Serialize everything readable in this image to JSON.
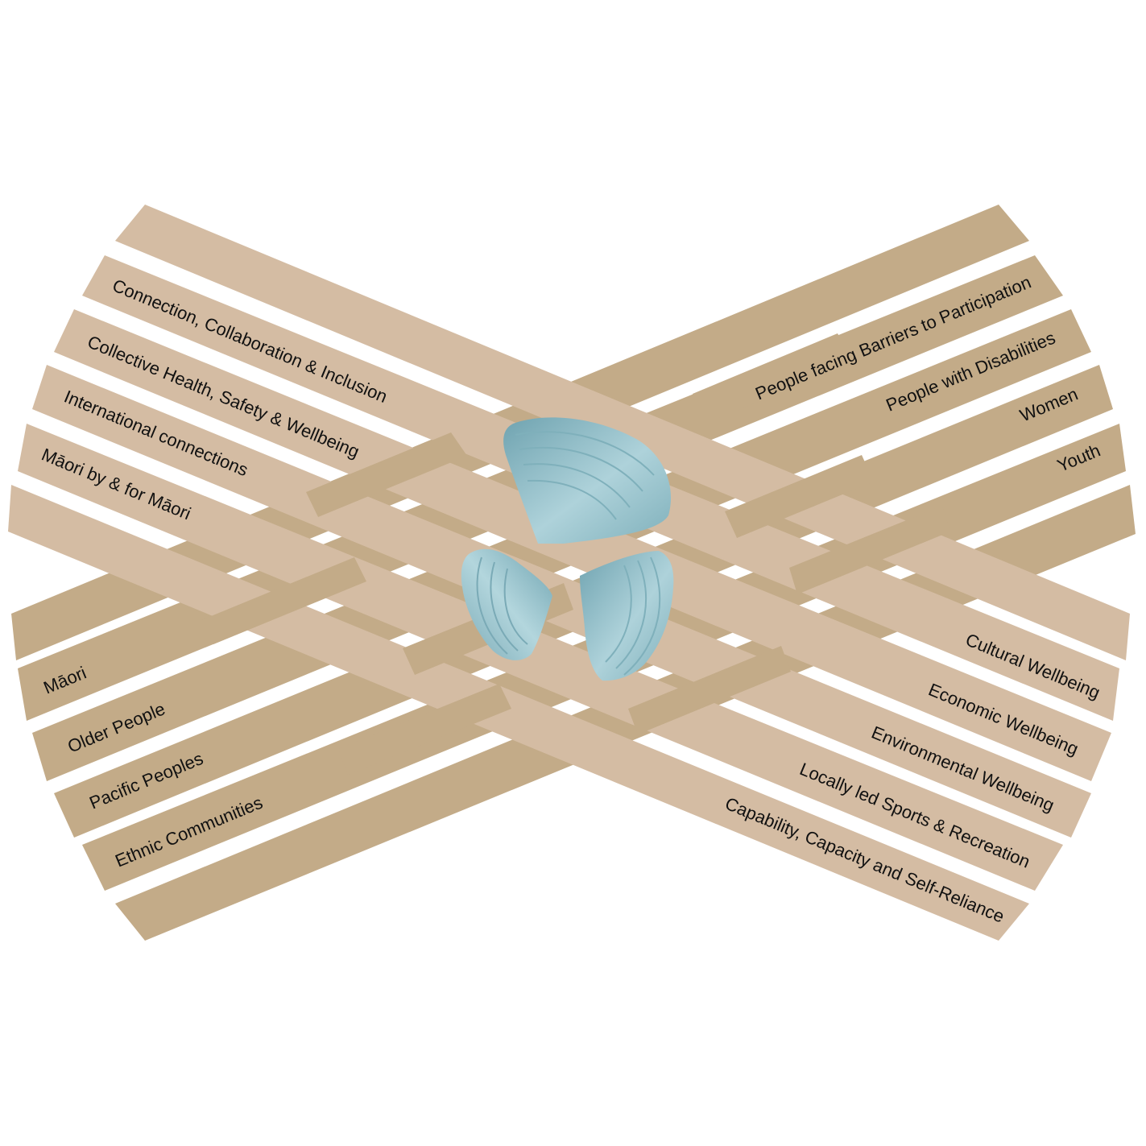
{
  "colors": {
    "strip_light": "#d4bca3",
    "strip_dark": "#c3ab88",
    "shell_dark": "#6fa3b0",
    "shell_light": "#aed2da",
    "shell_ridge": "#7fb0bb",
    "background": "#ffffff",
    "text": "#111111"
  },
  "descending_strips": [
    {
      "label": ""
    },
    {
      "label": "Connection, Collaboration & Inclusion"
    },
    {
      "label": "Collective Health, Safety & Wellbeing"
    },
    {
      "label": "International connections"
    },
    {
      "label": "Māori by & for Māori"
    },
    {
      "label": ""
    }
  ],
  "ascending_strips": [
    {
      "label": ""
    },
    {
      "label": "People facing Barriers to Participation"
    },
    {
      "label": "People with Disabilities"
    },
    {
      "label": "Women"
    },
    {
      "label": "Youth"
    },
    {
      "label": ""
    }
  ],
  "left_bottom_labels": [
    "Māori",
    "Older People",
    "Pacific Peoples",
    "Ethnic Communities"
  ],
  "right_bottom_labels": [
    "Cultural Wellbeing",
    "Economic Wellbeing",
    "Environmental Wellbeing",
    "Locally led Sports & Recreation",
    "Capability, Capacity and Self-Reliance"
  ],
  "center_icon": "three-mussel-shells-icon"
}
